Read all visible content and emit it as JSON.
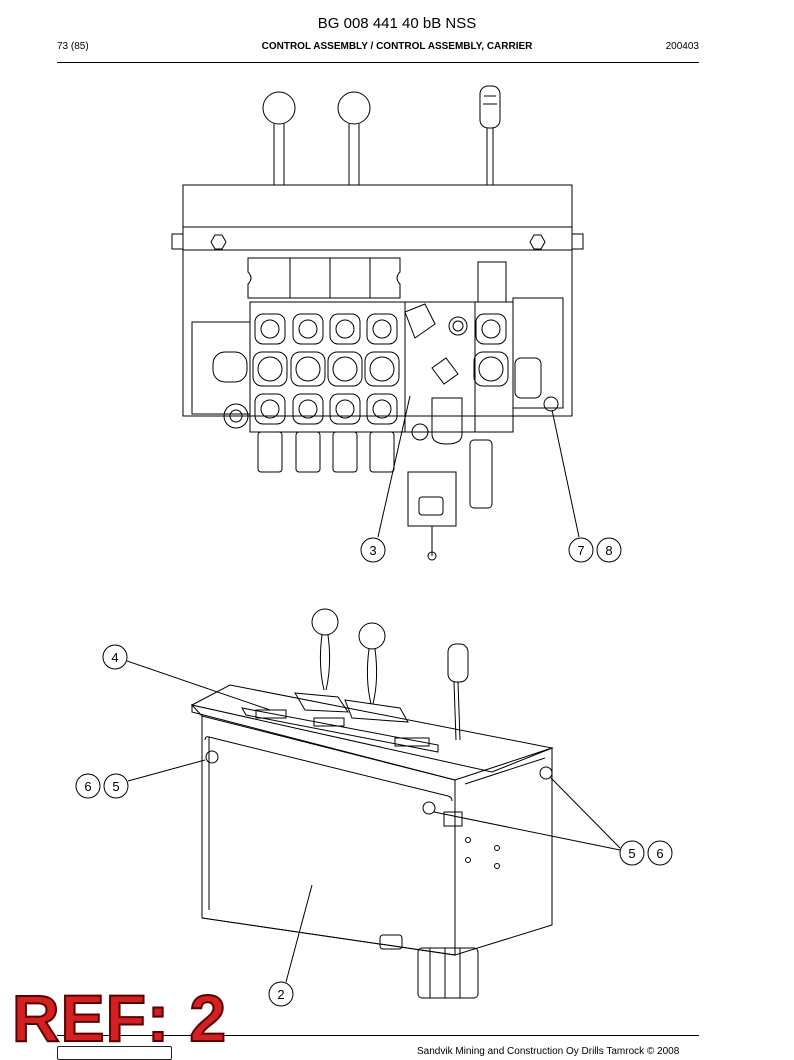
{
  "header": {
    "document_id": "BG 008 441 40 bB NSS",
    "page": "73 (85)",
    "title": "CONTROL ASSEMBLY / CONTROL ASSEMBLY, CARRIER",
    "code": "200403"
  },
  "callouts": {
    "top_valve": "3",
    "top_right_a": "7",
    "top_right_b": "8",
    "bottom_plate": "4",
    "bottom_left_a": "6",
    "bottom_left_b": "5",
    "bottom_right_a": "5",
    "bottom_right_b": "6",
    "bottom_box": "2"
  },
  "stamp": {
    "text": "REF: 2",
    "color": "#d42020"
  },
  "footer": {
    "copyright": "Sandvik Mining and Construction Oy Drills Tamrock © 2008"
  }
}
